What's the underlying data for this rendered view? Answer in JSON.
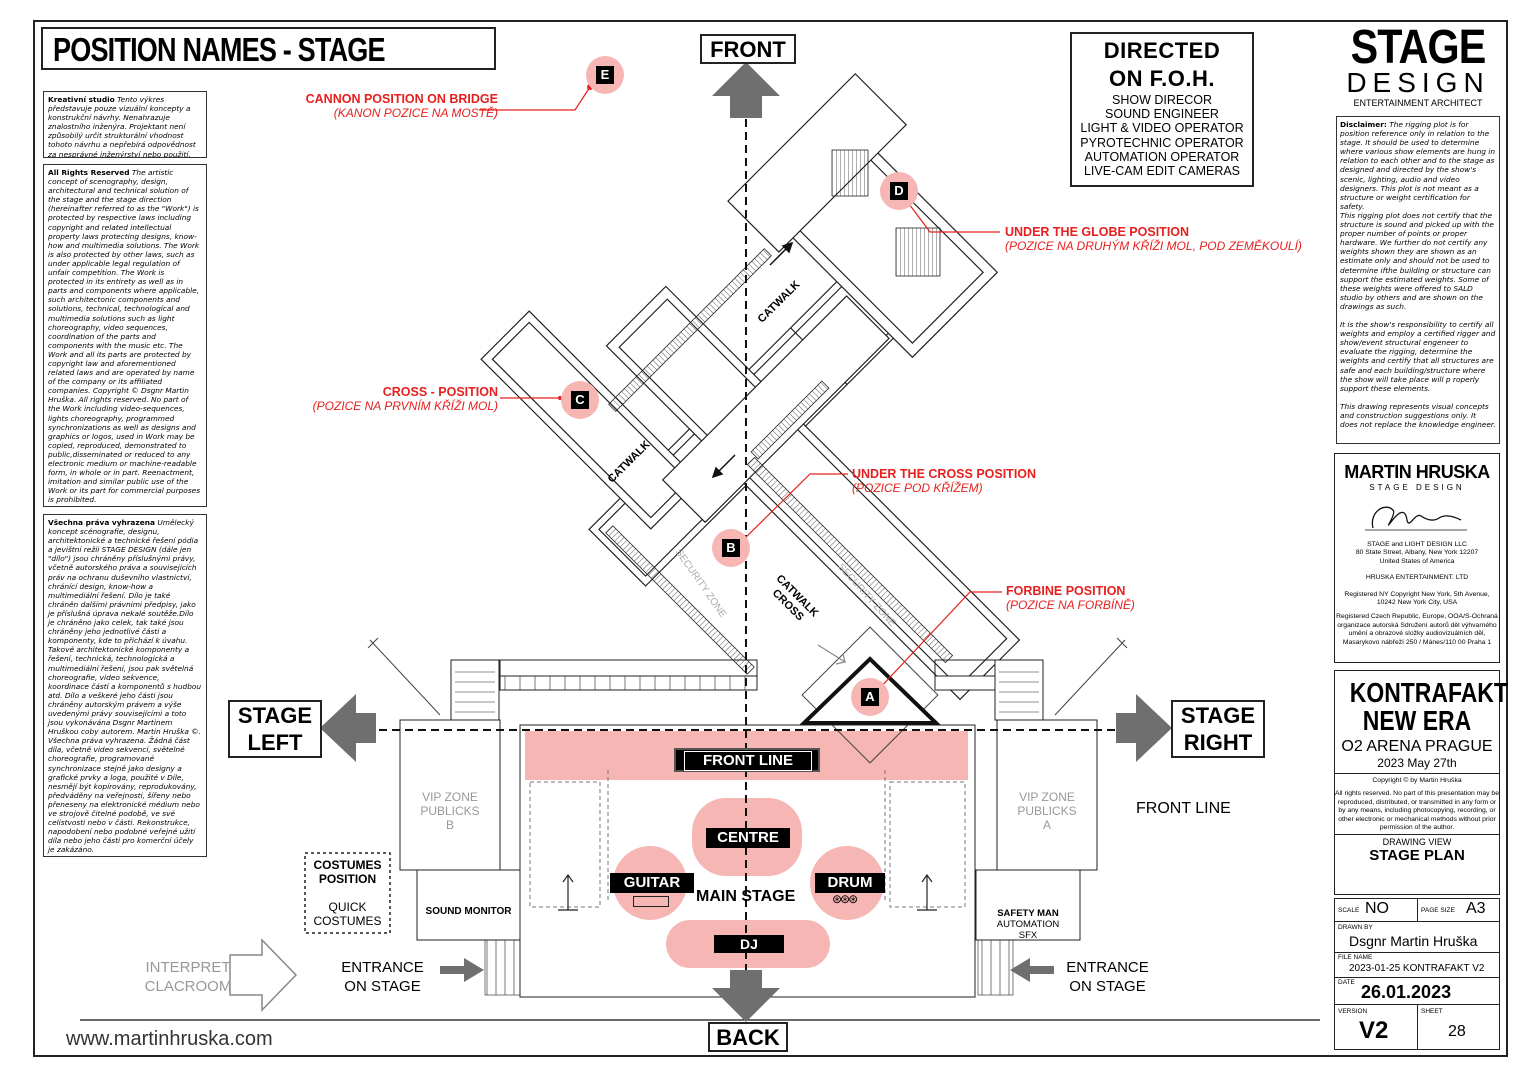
{
  "title": "POSITION NAMES - STAGE",
  "notes": {
    "kreativni": {
      "head": "Kreativní studio",
      "body": "Tento výkres představuje pouze vizuální koncepty a konstrukční návrhy. Nenahrazuje znalostního inženýra. Projektant není způsobilý určit strukturální vhodnost tohoto návrhu a nepřebírá odpovědnost za nesprávné inženýrství nebo použití."
    },
    "rights": {
      "head": "All Rights Reserved",
      "body": "The artistic concept of scenography, design, architectural and technical solution of the stage and the stage direction (hereinafter referred to as the \"Work\") is protected by respective laws including copyright and related intellectual property laws protecting designs, know-how and multimedia solutions. The Work is also protected by other laws, such as under applicable legal regulation of unfair competition. The Work is protected in its entirety as well as in parts and components where applicable, such architectonic components and solutions, technical, technological and multimedia solutions such as light choreography, video sequences, coordination of the parts and components with the music etc. The Work and all its parts are protected by copyright law and aforementioned related laws and are operated by name of the company or its affiliated companies. Copyright © Dsgnr Martin Hruška. All rights reserved. No part of the Work including video-sequences, lights choreography, programmed synchronizations as well as designs and graphics or logos, used in Work may be copied, reproduced, demonstrated to public,disseminated or reduced to any electronic medium or machine-readable form, in whole or in part. Reenactment, imitation and similar public use of the Work or its part for commercial purposes is prohibited."
    },
    "vsechna": {
      "head": "Všechna práva vyhrazena",
      "body": "Umělecký koncept scénografie, designu, architektonické a technické řešení pódia a jevištní režii STAGE DESIGN (dále jen \"dílo\") jsou chráněny příslušnými právy, včetně autorského práva a souvisejících práv na ochranu duševního vlastnictví, chránící design, know-how a multimediální řešení. Dílo je také chráněn dalšími právními předpisy, jako je příslušná úprava nekalé soutěže.Dílo je chráněno jako celek, tak také jsou chráněny jeho jednotlivé části a komponenty, kde to přichází k úvahu. Takové architektonické komponenty a řešení, technická, technologická a multimediální řešení, jsou pak světelná choreografie, video sekvence, koordinace částí a komponentů s hudbou atd. Dílo a veškeré jeho části jsou chráněny autorským právem a výše uvedenými právy souvisejícími a toto jsou vykonávána Dsgnr Martinem Hruškou coby autorem. Martin Hruška ©. Všechna práva vyhrazena. Žádná část díla, včetně video sekvencí, světelné choreografie, programované synchronizace stejně jako designy a grafické prvky a loga, použité v Díle, nesmějí být kopírovány, reprodukovány, předváděny na veřejnosti, šířeny nebo přeneseny na elektronické médium nebo ve strojově čitelné podobě, ve své celistvosti nebo v části. Rekonstrukce, napodobení nebo podobné veřejné užití díla nebo jeho části pro komerční účely je zakázáno."
    }
  },
  "directions": {
    "front": "FRONT",
    "back": "BACK",
    "stage_left": [
      "STAGE",
      "LEFT"
    ],
    "stage_right": [
      "STAGE",
      "RIGHT"
    ]
  },
  "foh": {
    "heading": [
      "DIRECTED",
      "ON F.O.H."
    ],
    "roles": [
      "SHOW DIRECOR",
      "SOUND ENGINEER",
      "LIGHT & VIDEO OPERATOR",
      "PYROTECHNIC OPERATOR",
      "AUTOMATION OPERATOR",
      "LIVE-CAM EDIT CAMERAS"
    ]
  },
  "positions": {
    "E": {
      "title": "CANNON POSITION ON BRIDGE",
      "sub": "(KANON POZICE NA MOSTĚ)"
    },
    "D": {
      "title": "UNDER THE GLOBE POSITION",
      "sub": "(POZICE NA DRUHÝM KŘÍŽI MOL, POD ZEMĚKOULÍ)"
    },
    "C": {
      "title": "CROSS - POSITION",
      "sub": "(POZICE NA PRVNÍM KŘÍŽI MOL)"
    },
    "B": {
      "title": "UNDER THE CROSS POSITION",
      "sub": "(POZICE POD KŘÍŽEM)"
    },
    "A": {
      "title": "FORBINE POSITION",
      "sub": "(POZICE NA FORBÍNĚ)"
    }
  },
  "markers": [
    "A",
    "B",
    "C",
    "D",
    "E"
  ],
  "plan_labels": {
    "catwalk": "CATWALK",
    "catwalk_cross": [
      "CATWALK",
      "CROSS"
    ],
    "security_zone": "SECURITY ZONE",
    "front_line_bar": "FRONT LINE",
    "front_line_right": "FRONT LINE",
    "vip_b": [
      "VIP ZONE",
      "PUBLICKS",
      "B"
    ],
    "vip_a": [
      "VIP ZONE",
      "PUBLICKS",
      "A"
    ],
    "centre": "CENTRE",
    "guitar": "GUITAR",
    "drum": "DRUM",
    "main_stage": "MAIN STAGE",
    "dj": "DJ",
    "sound_monitor": "SOUND MONITOR",
    "safety": [
      "SAFETY MAN",
      "AUTOMATION",
      "SFX"
    ],
    "costumes": [
      "COSTUMES",
      "POSITION",
      "QUICK",
      "COSTUMES"
    ],
    "interpret": [
      "INTERPRET",
      "CLACROOM"
    ],
    "entrance_left": [
      "ENTRANCE",
      "ON STAGE"
    ],
    "entrance_right": [
      "ENTRANCE",
      "ON STAGE"
    ]
  },
  "website": "www.martinhruska.com",
  "logo": {
    "line1": "STAGE",
    "line2": "DESIGN",
    "line3": "ENTERTAINMENT ARCHITECT"
  },
  "disclaimer": {
    "head": "Disclaimer:",
    "p1": "The rigging plot is for position reference only in relation to the stage. It should be used to determine where various show elements are hung in relation to each other and to the stage as designed and directed by the show's scenic, lighting, audio and video designers. This plot is not meant as a structure or weight certification for safety.",
    "p2": "This rigging plot does not certify that the structure is sound and picked up with the proper number of points or proper hardware. We further do not certify any weights shown they are shown as an estimate only and should not be used to determine ifthe building or structure can support the estimated weights. Some of these weights were offered to SALD studio by others and are shown on the drawings as such.",
    "p3": "It is the show's responsibility to certify all weights and employ a certified rigger and show/event structural engeneer to evaluate the rigging, determine the weights and certify that all structures are safe and each building/structure where the show will take place will p roperly support these elements.",
    "p4": "This drawing represents visual concepts and construction suggestions only. It does not replace the knowledge engineer."
  },
  "studio": {
    "name": "MARTIN HRUSKA",
    "sub": "STAGE DESIGN",
    "addr1": "STAGE and LIGHT DESIGN LLC",
    "addr2": "80 State Street, Albany, New York 12207",
    "addr3": "United States of America",
    "ent": "HRUSKA ENTERTAINMENT. LTD",
    "reg1": "Registered NY Copyright New York, 5th Avenue, 10242 New York City, USA",
    "reg2": "Registered Czech Republic, Europe, OOA/S-Ochraná organizace autorská Sdružení autorů děl výhvarného umění a obrazové složky audiovizuálních děl, Masarykovo nábřeží 250 / Mánes/110 00 Praha 1"
  },
  "project": {
    "title1": "KONTRAFAKT",
    "title2": "NEW ERA",
    "venue": "O2 ARENA PRAGUE",
    "date_line": "2023 May 27th",
    "copyright": "Copyright © by Martin Hruška",
    "rights": "All rights reserved. No part of this presentation may be reproduced, distributed, or transmitted in any form or by any means, including photocopying, recording, or other electronic or mechanical methods without prior permission of the author.",
    "drawing_view_label": "DRAWING VIEW",
    "drawing_view": "STAGE PLAN",
    "scale_label": "SCALE",
    "scale": "NO",
    "page_size_label": "PAGE SIZE",
    "page_size": "A3",
    "drawn_by_label": "DRAWN BY",
    "drawn_by": "Dsgnr Martin Hruška",
    "file_name_label": "FILE NAME",
    "file_name": "2023-01-25 KONTRAFAKT V2",
    "date_label": "DATE",
    "date": "26.01.2023",
    "version_label": "VERSION",
    "version": "V2",
    "sheet_label": "SHEET",
    "sheet": "28"
  },
  "colors": {
    "highlight": "#f6b6b3",
    "red": "#e6201e",
    "arrow": "#6f6f6f"
  }
}
